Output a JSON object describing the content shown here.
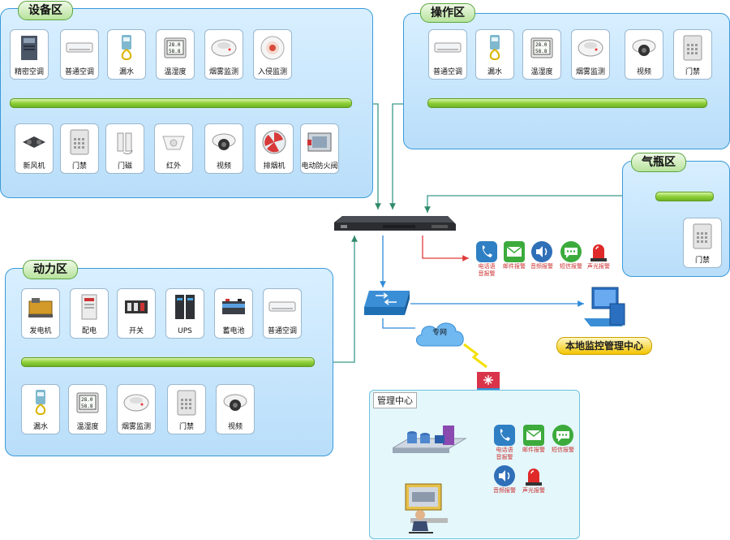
{
  "zones": {
    "equipment": "设备区",
    "operation": "操作区",
    "cylinder": "气瓶区",
    "power": "动力区",
    "management": "管理中心"
  },
  "equipment_devices_top": [
    "精密空调",
    "普通空调",
    "漏水",
    "温湿度",
    "烟雾监测",
    "入侵监测"
  ],
  "equipment_devices_bottom": [
    "新风机",
    "门禁",
    "门磁",
    "红外",
    "视频",
    "排烟机",
    "电动防火阀"
  ],
  "operation_devices": [
    "普通空调",
    "漏水",
    "温湿度",
    "烟雾监测",
    "视频",
    "门禁"
  ],
  "cylinder_devices": [
    "门禁"
  ],
  "power_devices_top": [
    "发电机",
    "配电",
    "开关",
    "UPS",
    "蓄电池",
    "普通空调"
  ],
  "power_devices_bottom": [
    "漏水",
    "温湿度",
    "烟雾监测",
    "门禁",
    "视频"
  ],
  "alarms": [
    "电话语音报警",
    "邮件报警",
    "音频报警",
    "短信报警",
    "声光报警"
  ],
  "alarm_labels": {
    "phone_line1": "电话语",
    "phone_line2": "音报警",
    "mail": "邮件报警",
    "audio": "音频报警",
    "sms": "短信报警",
    "light": "声光报警"
  },
  "network_label": "专网",
  "local_center_label": "本地监控管理中心",
  "colors": {
    "zone_border": "#3a9ad9",
    "bus_green": "#8fd03a",
    "line_teal": "#3a9a8a",
    "line_blue": "#3a9ad9",
    "alarm_text": "#cc3333",
    "center_label_bg": "#f2c400"
  }
}
